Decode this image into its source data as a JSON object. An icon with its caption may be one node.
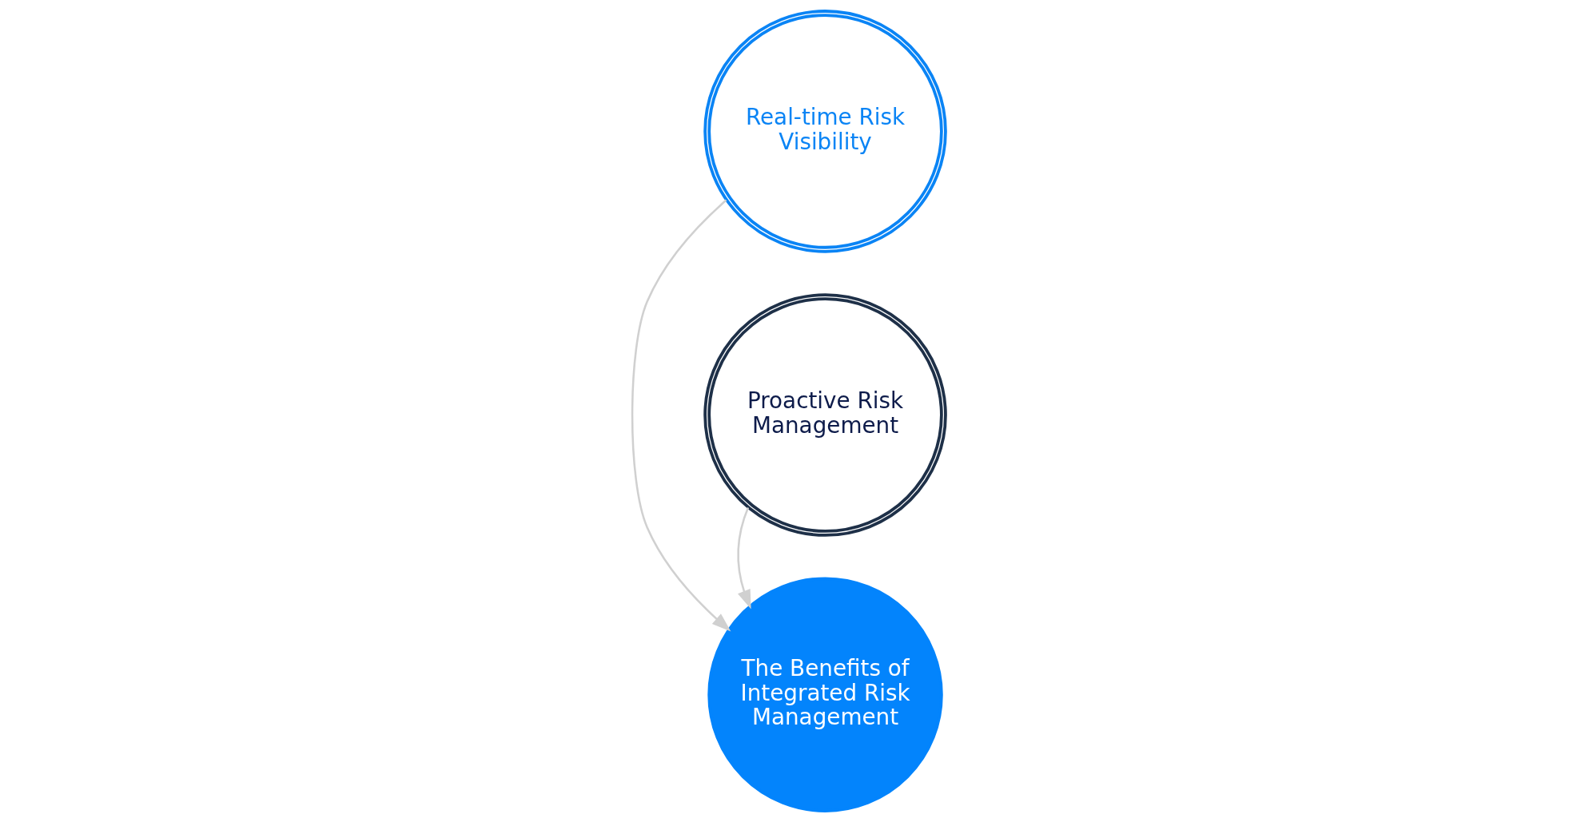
{
  "diagram": {
    "nodes": [
      {
        "text": [
          "Real-time Risk Visibility"
        ]
      },
      {
        "text": [
          "The Benefits of Integrated Risk Management"
        ]
      },
      {
        "text": [
          "Proactive Risk Management"
        ]
      }
    ],
    "edges": [
      {
        "from": 0,
        "to": 1,
        "arrow": "to"
      },
      {
        "from": 2,
        "to": 1,
        "arrow": "to"
      }
    ]
  }
}
